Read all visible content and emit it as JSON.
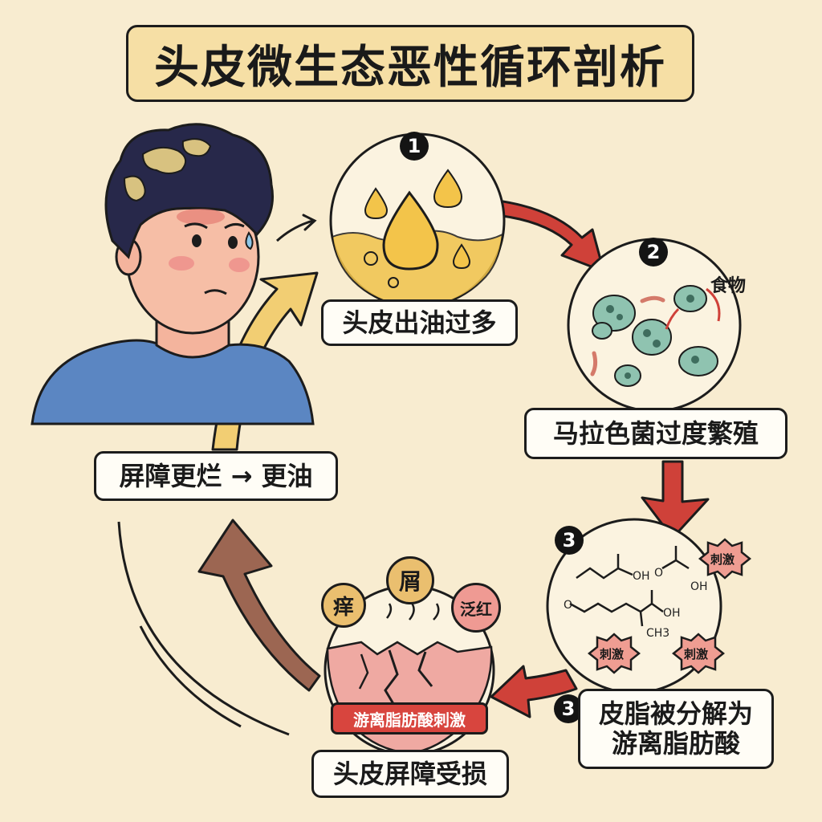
{
  "title": "头皮微生态恶性循环剖析",
  "steps": {
    "step1": {
      "badge": "1",
      "label": "头皮出油过多"
    },
    "step2": {
      "badge": "2",
      "label": "马拉色菌过度繁殖",
      "food_note": "食物"
    },
    "step3a": {
      "badge": "3",
      "irritant_tags": [
        "刺激",
        "刺激",
        "刺激"
      ],
      "chem_labels": [
        "OH",
        "O",
        "OH",
        "OH",
        "O",
        "CH3"
      ]
    },
    "step3b": {
      "badge": "3",
      "label_line1": "皮脂被分解为",
      "label_line2": "游离脂肪酸"
    },
    "step4": {
      "label": "头皮屏障受损",
      "banner": "游离脂肪酸刺激",
      "symptoms": [
        "痒",
        "屑",
        "泛红"
      ]
    },
    "step5": {
      "label": "屏障更烂 → 更油"
    }
  },
  "colors": {
    "background": "#f8ecd0",
    "title_bg": "#f6dfa5",
    "arrow_red": "#cf4139",
    "arrow_yellow": "#f2ce73",
    "arrow_brown": "#9c6652",
    "oil": "#f0c24a",
    "microbe": "#8fc3b0",
    "skin": "#efa9a2"
  }
}
